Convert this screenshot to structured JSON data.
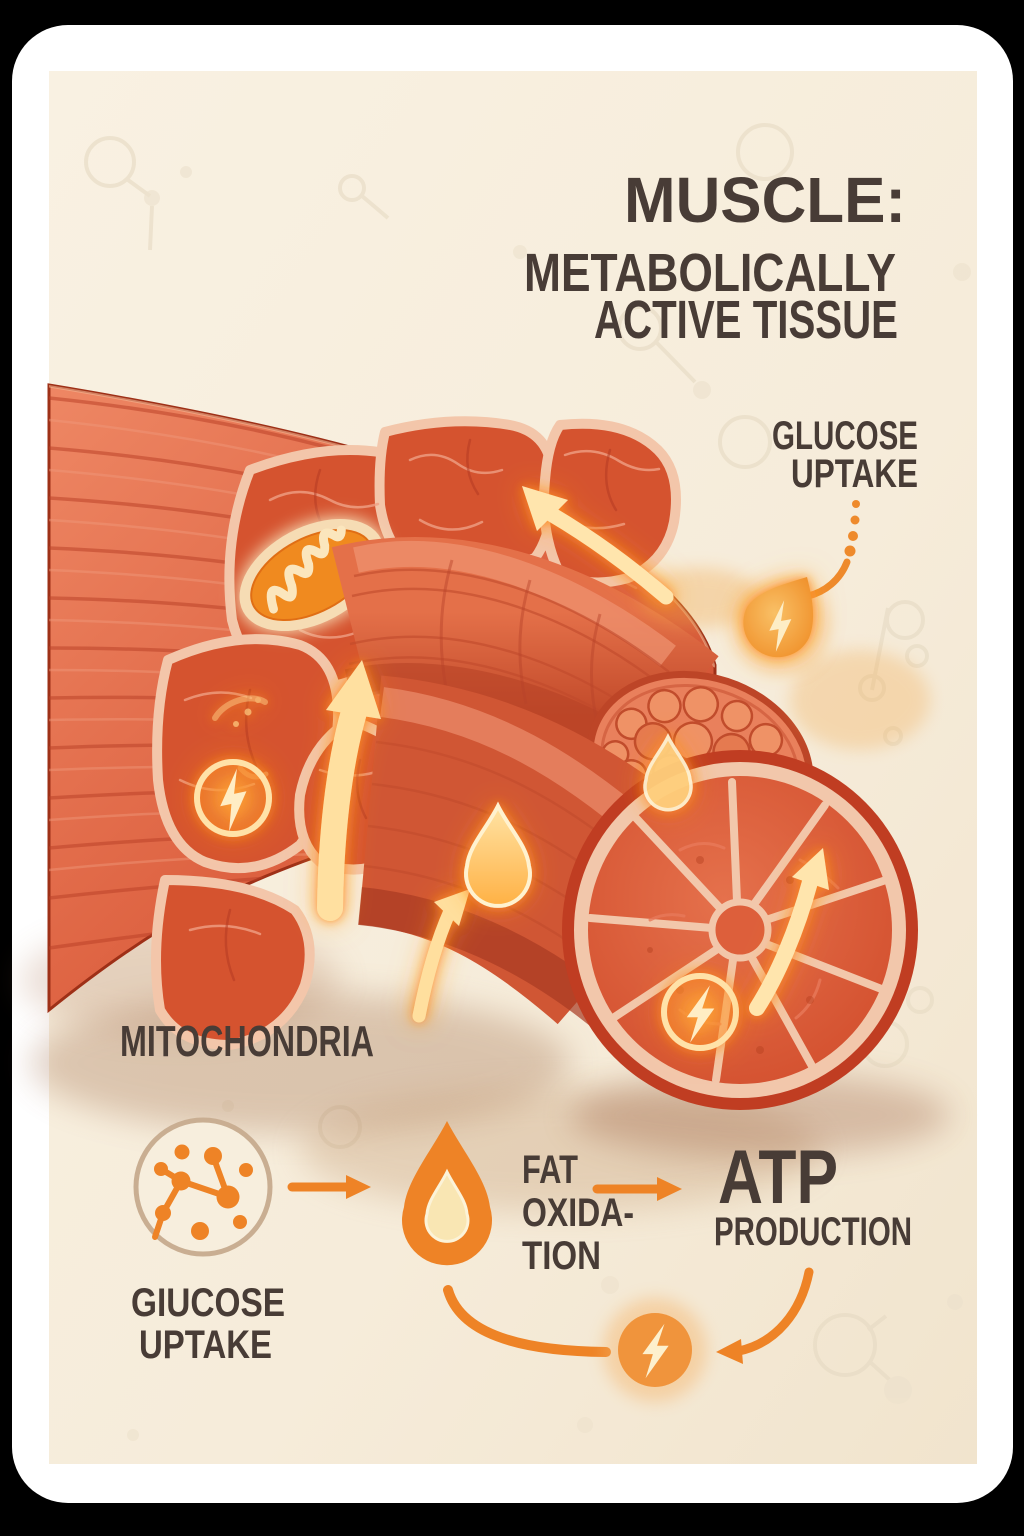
{
  "poster": {
    "title": {
      "line1": "MUSCLE:",
      "line2": "METABOLICALLY",
      "line3": "ACTIVE TISSUE"
    },
    "labels": {
      "glucose_uptake_top": {
        "line1": "GLUCOSE",
        "line2": "UPTAKE"
      },
      "mitochondria": "MITOCHONDRIA",
      "glucose_uptake_bottom": {
        "line1": "GIUCOSE",
        "line2": "UPTAKE"
      },
      "fat_oxidation": {
        "line1": "FAT",
        "line2": "OXIDA-",
        "line3": "TION"
      },
      "atp_production": {
        "line1": "ATP",
        "line2": "PRODUCTION"
      }
    },
    "icons": [
      {
        "name": "glucose-molecule-icon",
        "meaning": "glucose molecule inside circle"
      },
      {
        "name": "fat-droplet-icon",
        "meaning": "orange lipid droplet"
      },
      {
        "name": "atp-bolt-icon",
        "meaning": "lightning bolt in orange disc (ATP energy)"
      },
      {
        "name": "mitochondrion-icon",
        "meaning": "orange mitochondrion with cristae"
      },
      {
        "name": "glucose-energy-droplet-icon",
        "meaning": "glowing droplet with lightning bolt"
      },
      {
        "name": "glow-arrow-icon",
        "meaning": "glowing uptake arrows into muscle"
      }
    ],
    "colors": {
      "background": "#000000",
      "card": "#ffffff",
      "canvas": "#f6ecda",
      "accent_orange": "#ee8326",
      "glow_cream": "#ffeab5",
      "muscle_red": "#d5532f",
      "text_brown": "#483c36"
    }
  }
}
